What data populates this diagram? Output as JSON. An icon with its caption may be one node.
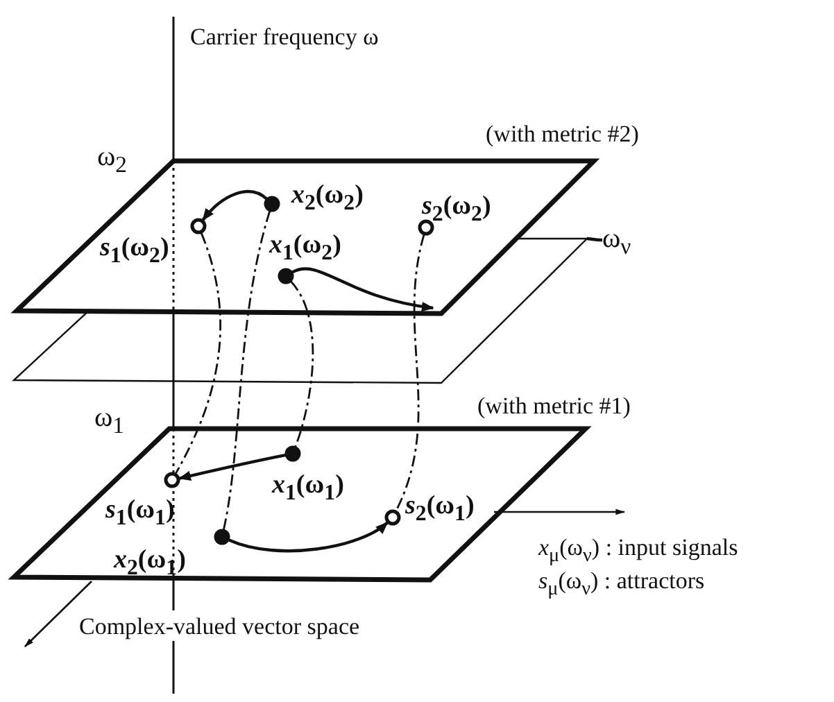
{
  "diagram": {
    "nodes": [
      {
        "text": [
          "ω$_{2}$",
          "(with metric #2)"
        ]
      },
      {
        "text": [],
        "shape": "circle",
        "in": 0,
        "beside": [
          "*s*$_{1}$(ω$_{2}$)"
        ]
      },
      {
        "text": [],
        "shape": "dot",
        "in": 0,
        "beside": [
          "*x*$_{2}$(ω$_{2}$)"
        ]
      },
      {
        "text": [],
        "shape": "dot",
        "in": 0,
        "beside": [
          "*x*$_{1}$(ω$_{2}$)"
        ]
      },
      {
        "text": [],
        "shape": "circle",
        "in": 0,
        "beside": [
          "*s*$_{2}$(ω$_{2}$)"
        ]
      },
      {
        "text": [
          "ω$_{ν}$"
        ]
      },
      {
        "text": [
          "ω$_{1}$",
          "(with metric #1)"
        ]
      },
      {
        "text": [],
        "shape": "circle",
        "in": 6,
        "beside": [
          "*s*$_{1}$(ω$_{1}$)"
        ]
      },
      {
        "text": [],
        "shape": "dot",
        "in": 6,
        "beside": [
          "*x*$_{1}$(ω$_{1}$)"
        ]
      },
      {
        "text": [],
        "shape": "circle",
        "in": 6,
        "beside": [
          "*s*$_{2}$(ω$_{1}$)"
        ]
      },
      {
        "text": [],
        "shape": "dot",
        "in": 6,
        "beside": [
          "*x*$_{2}$(ω$_{1}$)"
        ]
      }
    ],
    "edges": [
      {
        "from": 2,
        "to": 1,
        "arrow": "to"
      },
      {
        "from": 3,
        "to": null,
        "arrow": "to"
      },
      {
        "from": 5,
        "to": null,
        "arrow": "none"
      },
      {
        "from": 8,
        "to": 7,
        "arrow": "to"
      },
      {
        "from": 10,
        "to": 9,
        "arrow": "to"
      },
      {
        "from": 1,
        "to": 7,
        "arrow": "none",
        "style": "dashed"
      },
      {
        "from": 2,
        "to": 10,
        "arrow": "none",
        "style": "dashed"
      },
      {
        "from": 3,
        "to": 8,
        "arrow": "none",
        "style": "dashed"
      },
      {
        "from": 4,
        "to": 9,
        "arrow": "none",
        "style": "dashed"
      }
    ],
    "labels": [
      "Carrier frequency ω",
      "*x*$_{μ}$(ω$_{ν}$) : input signals",
      "*s*$_{μ}$(ω$_{ν}$) : attractors",
      "Complex-valued vector space"
    ]
  }
}
